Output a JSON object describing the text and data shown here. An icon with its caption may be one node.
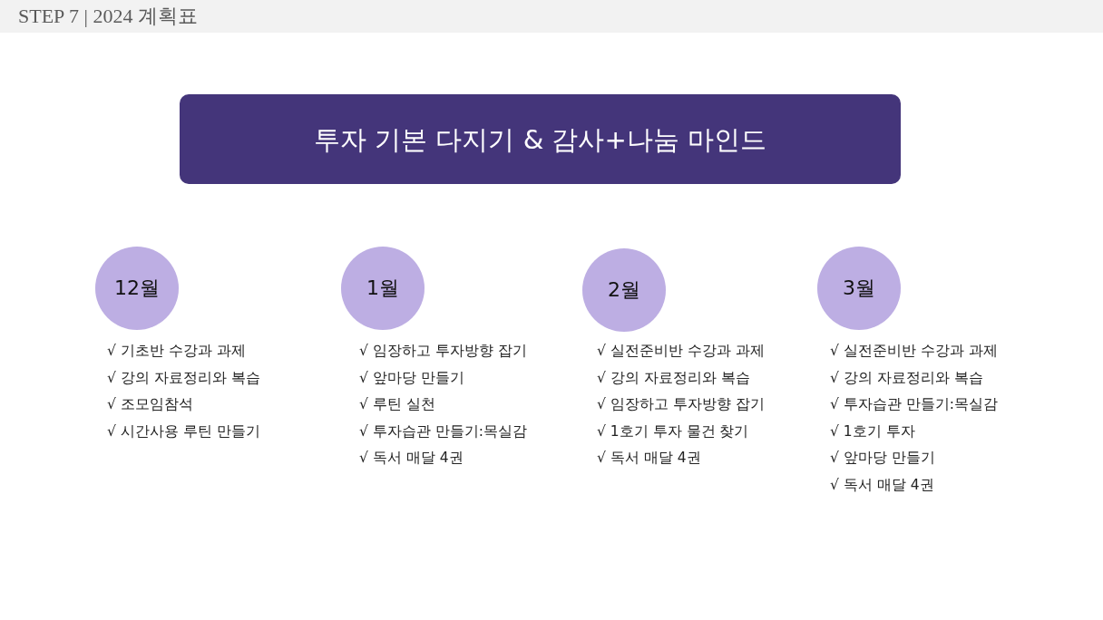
{
  "diagram": {
    "title": "STEP 7 | 2024 계획표",
    "nodes": [
      {
        "text": [
          "투자 기본 다지기 & 감사+나눔 마인드"
        ]
      },
      {
        "text": [
          "12월"
        ],
        "beside": [
          "√ 기초반 수강과 과제",
          "√ 강의 자료정리와 복습",
          "√ 조모임참석",
          "√ 시간사용 루틴 만들기"
        ]
      },
      {
        "text": [
          "1월"
        ],
        "beside": [
          "√ 임장하고 투자방향 잡기",
          "√ 앞마당 만들기",
          "√ 루틴 실천",
          "√ 투자습관 만들기:목실감",
          "√ 독서 매달 4권"
        ]
      },
      {
        "text": [
          "2월"
        ],
        "beside": [
          "√ 실전준비반 수강과 과제",
          "√ 강의 자료정리와 복습",
          "√ 임장하고 투자방향 잡기",
          "√ 1호기 투자 물건 찾기",
          "√ 독서 매달 4권"
        ]
      },
      {
        "text": [
          "3월"
        ],
        "beside": [
          "√ 실전준비반 수강과 과제",
          "√ 강의 자료정리와 복습",
          "√ 투자습관 만들기:목실감",
          "√ 1호기 투자",
          "√ 앞마당 만들기",
          "√ 독서 매달 4권"
        ]
      }
    ]
  }
}
